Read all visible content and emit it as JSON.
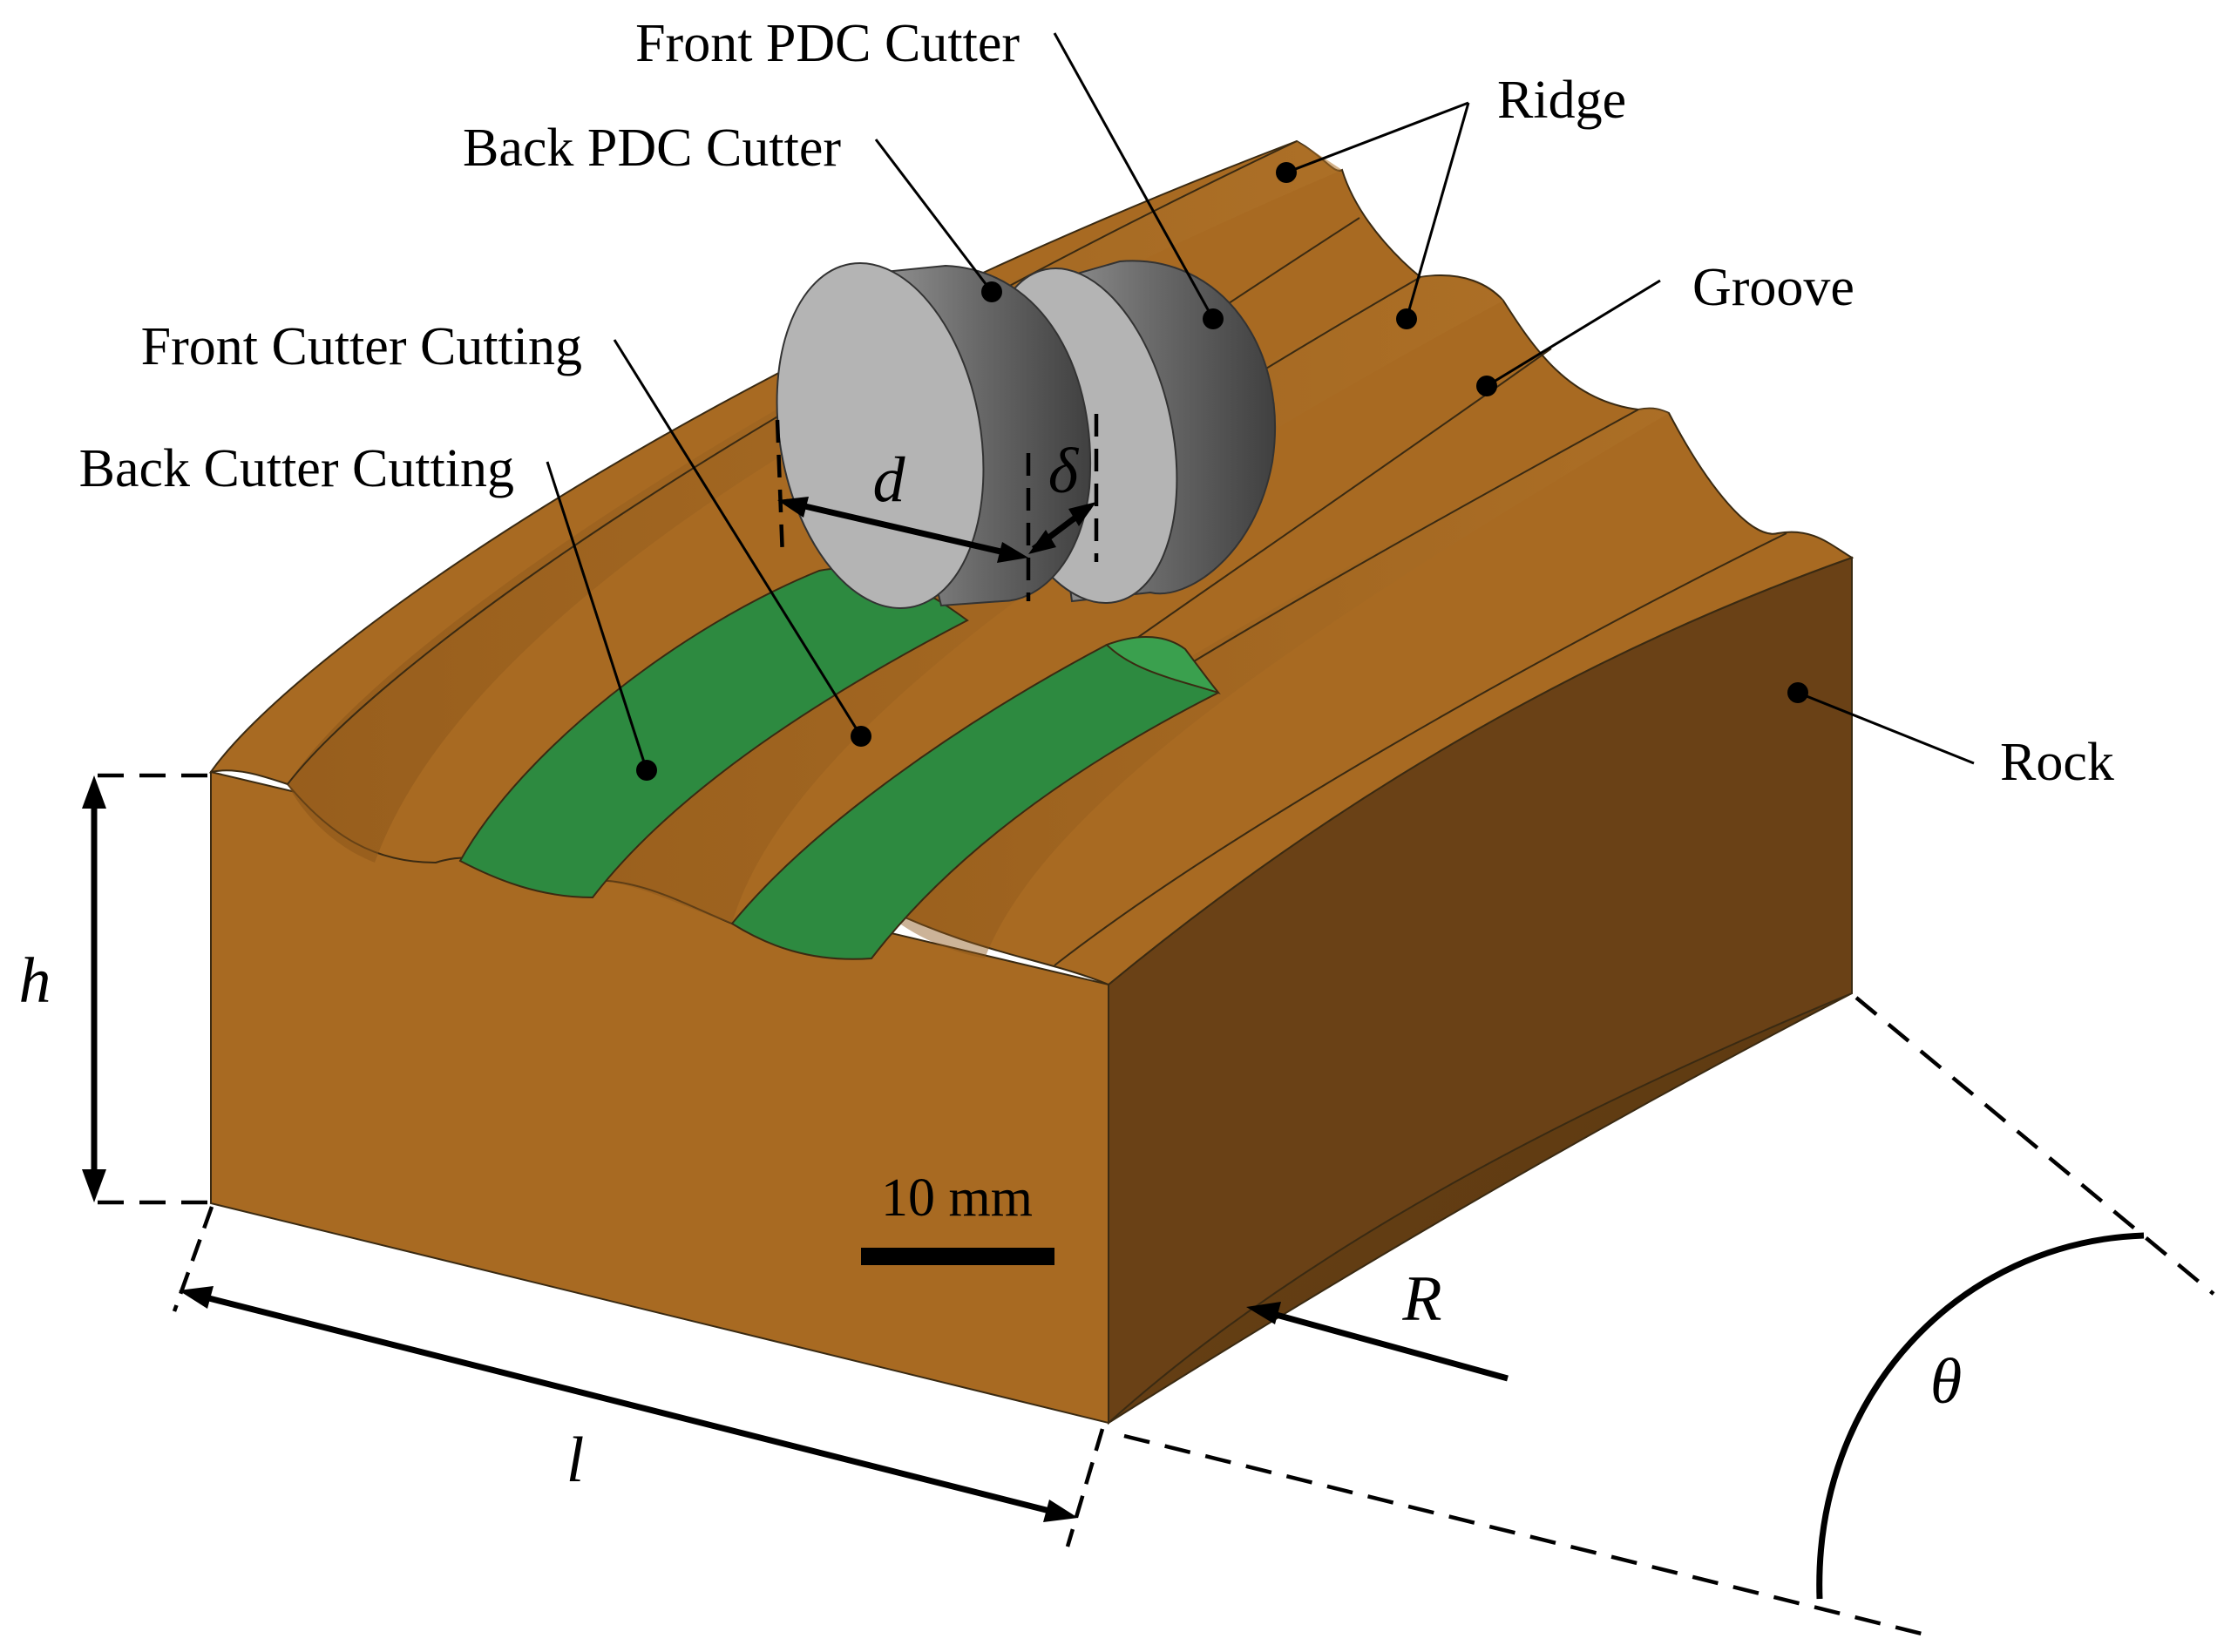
{
  "labels": {
    "front_pdc_cutter": "Front PDC Cutter",
    "back_pdc_cutter": "Back PDC Cutter",
    "ridge": "Ridge",
    "groove": "Groove",
    "front_cutter_cutting": "Front Cutter Cutting",
    "back_cutter_cutting": "Back Cutter Cutting",
    "rock": "Rock"
  },
  "symbols": {
    "d": "d",
    "delta": "δ",
    "h": "h",
    "l": "l",
    "R": "R",
    "theta": "θ"
  },
  "scale_bar": {
    "label": "10 mm"
  },
  "colors": {
    "rock_top": "#a86a22",
    "rock_front": "#a86a22",
    "rock_side": "#6a4116",
    "cutting_region": "#2d8a40",
    "cutter_face": "#b4b4b4",
    "cutter_rim": "#6e6e6e"
  }
}
